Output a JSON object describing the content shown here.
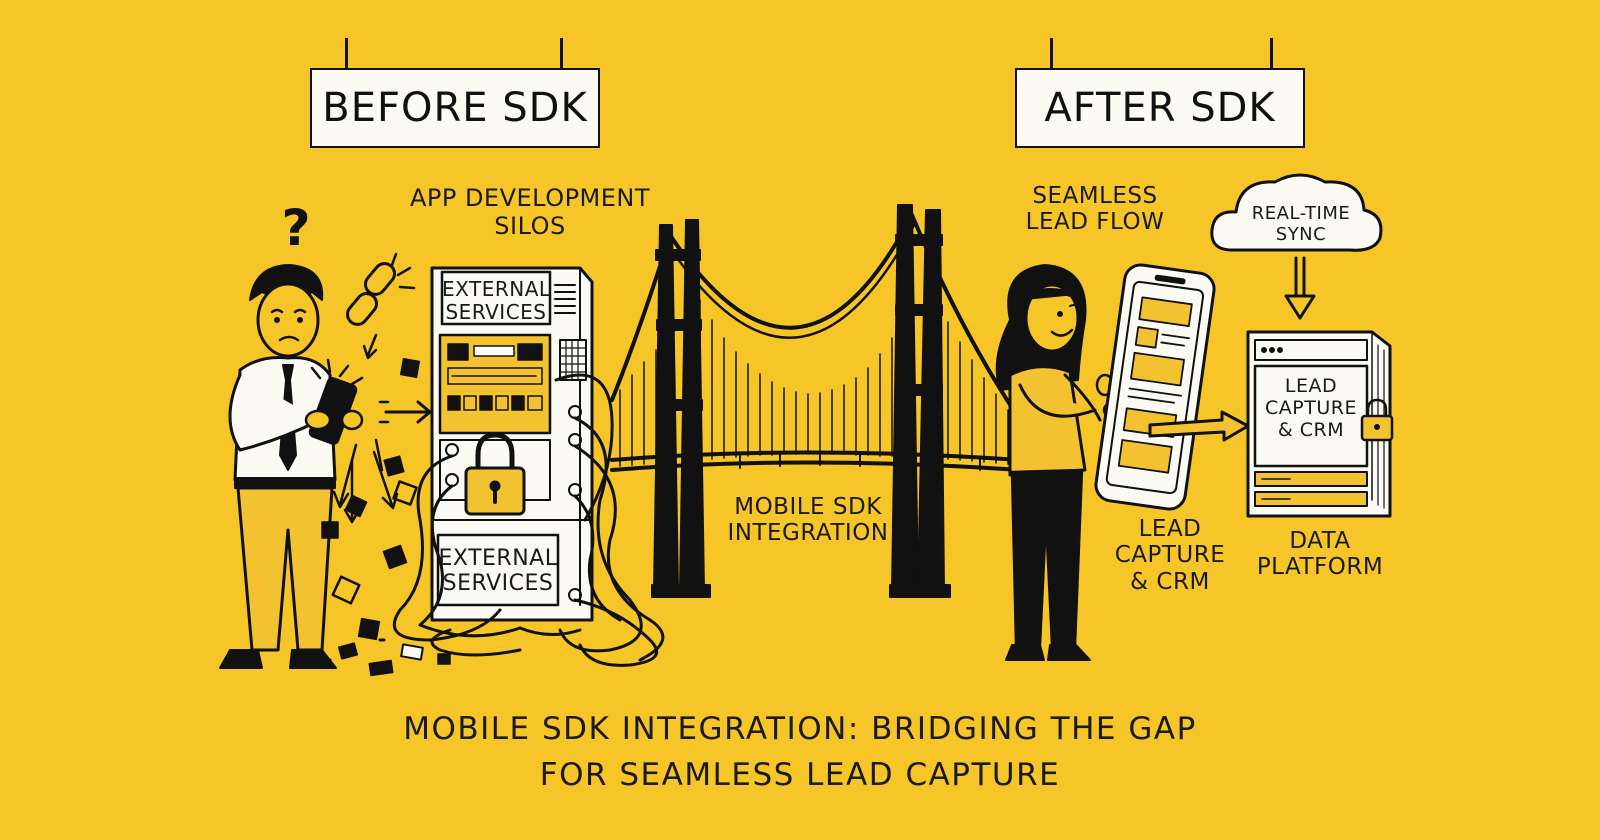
{
  "signs": {
    "before": "BEFORE SDK",
    "after": "AFTER SDK"
  },
  "labels": {
    "app_dev_silos": "APP DEVELOPMENT\nSILOS",
    "external_services_top": "EXTERNAL\nSERVICES",
    "external_services_bottom": "EXTERNAL\nSERVICES",
    "mobile_sdk_integration": "MOBILE SDK\nINTEGRATION",
    "seamless_lead_flow": "SEAMLESS\nLEAD FLOW",
    "real_time_sync": "REAL-TIME\nSYNC",
    "lead_capture_crm_box": "LEAD\nCAPTURE\n& CRM",
    "lead_capture_crm": "LEAD\nCAPTURE\n& CRM",
    "data_platform": "DATA\nPLATFORM",
    "question_mark": "?"
  },
  "caption": {
    "line1": "MOBILE SDK INTEGRATION: BRIDGING THE GAP",
    "line2": "FOR SEAMLESS LEAD CAPTURE"
  },
  "colors": {
    "background": "#F6C628",
    "ink": "#111111",
    "paper": "#FBFAF3",
    "accent": "#F2C230"
  },
  "icons": [
    "broken-chain-icon",
    "padlock-icon",
    "cloud-icon",
    "smartphone-icon",
    "server-icon",
    "bridge-icon",
    "arrow-icon"
  ]
}
